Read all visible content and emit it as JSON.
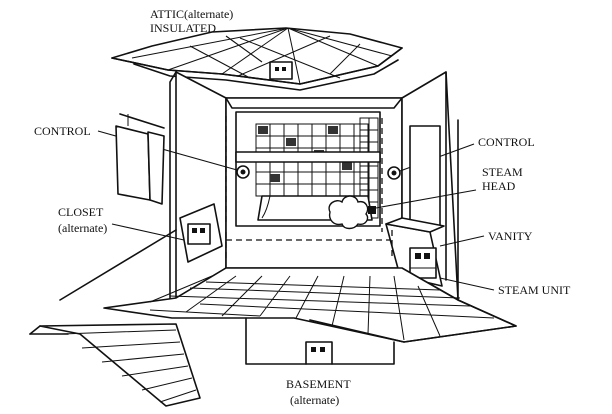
{
  "labels": {
    "attic_line1": "ATTIC(alternate)",
    "attic_line2": "INSULATED",
    "control_left": "CONTROL",
    "control_right": "CONTROL",
    "steam_head_line1": "STEAM",
    "steam_head_line2": "HEAD",
    "closet_line1": "CLOSET",
    "closet_line2": "(alternate)",
    "vanity": "VANITY",
    "steam_unit": "STEAM UNIT",
    "basement_line1": "BASEMENT",
    "basement_line2": "(alternate)"
  }
}
